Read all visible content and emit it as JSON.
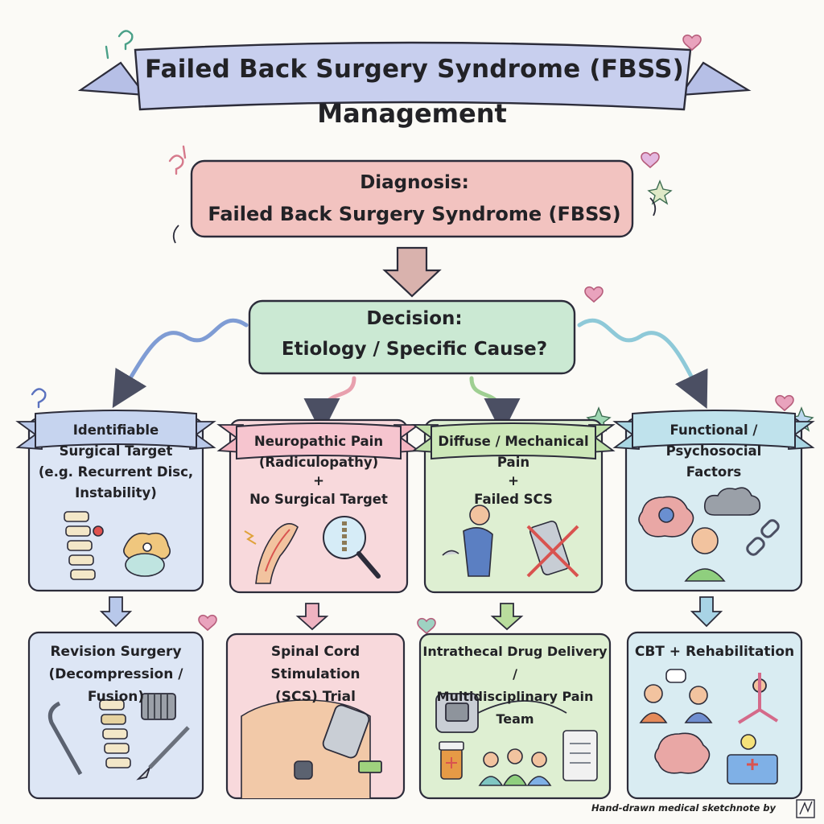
{
  "title": {
    "line1": "Failed Back Surgery Syndrome (FBSS)",
    "line2": "Management"
  },
  "diagnosis": {
    "line1": "Diagnosis:",
    "line2": "Failed Back Surgery Syndrome (FBSS)"
  },
  "decision": {
    "line1": "Decision:",
    "line2": "Etiology / Specific Cause?"
  },
  "categories": [
    {
      "lines": [
        "Identifiable",
        "Surgical Target",
        "(e.g. Recurrent Disc,",
        "Instability)"
      ]
    },
    {
      "lines": [
        "Neuropathic Pain",
        "(Radiculopathy)",
        "+",
        "No Surgical Target"
      ]
    },
    {
      "lines": [
        "Diffuse / Mechanical",
        "Pain",
        "+",
        "Failed SCS"
      ]
    },
    {
      "lines": [
        "Functional /",
        "Psychosocial",
        "Factors"
      ]
    }
  ],
  "outcomes": [
    {
      "lines": [
        "Revision Surgery",
        "(Decompression / Fusion)"
      ]
    },
    {
      "lines": [
        "Spinal Cord Stimulation",
        "(SCS) Trial"
      ]
    },
    {
      "lines": [
        "Intrathecal Drug Delivery /",
        "Multidisciplinary Pain Team"
      ]
    },
    {
      "lines": [
        "CBT + Rehabilitation"
      ]
    }
  ],
  "credit": "Hand-drawn medical sketchnote by",
  "colors": {
    "banner_title": "#c8cfee",
    "diagnosis": "#f2c3c0",
    "decision": "#cbe9d3",
    "col_blue": "#dde6f5",
    "col_pink": "#f8d9dc",
    "col_green": "#deefd2",
    "col_teal": "#d9ecf2"
  },
  "icons": [
    "spine-icon",
    "herniated-disc-icon",
    "nerve-leg-icon",
    "magnifier-icon",
    "back-pain-icon",
    "crossed-stimulator-icon",
    "brain-gear-icon",
    "cloud-icon",
    "worried-person-icon",
    "broken-chain-icon",
    "reflex-hammer-icon",
    "fused-spine-icon",
    "cage-implant-icon",
    "scalpel-icon",
    "back-implant-icon",
    "remote-icon",
    "pump-icon",
    "pill-bottle-icon",
    "team-icon",
    "clipboard-icon",
    "therapy-chat-icon",
    "yoga-icon",
    "brain-icon",
    "toolbox-icon"
  ]
}
